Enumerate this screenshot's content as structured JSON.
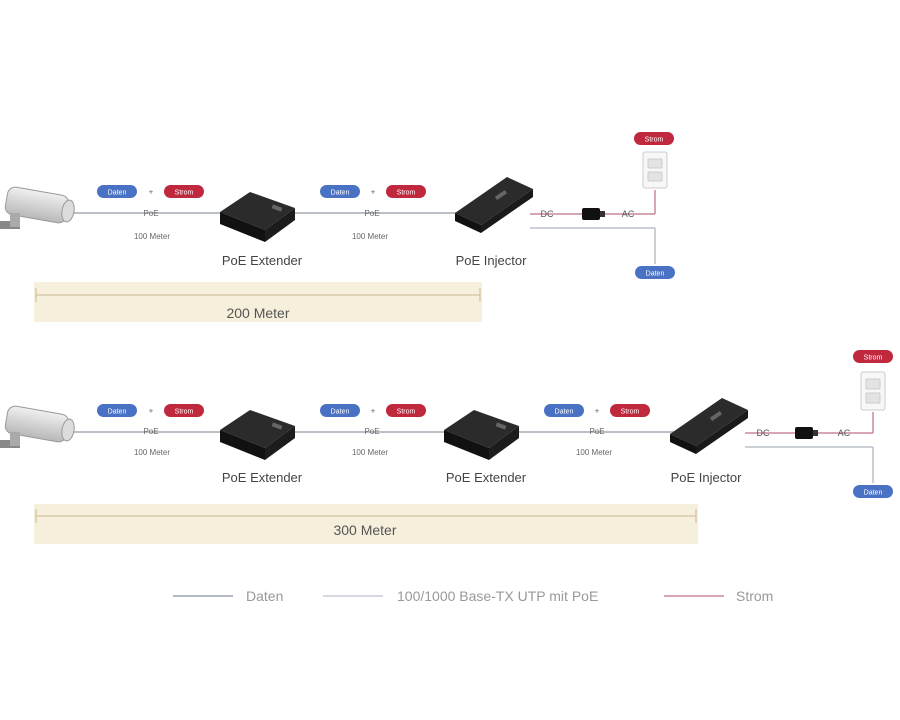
{
  "colors": {
    "data_blue": "#4a72c4",
    "power_red": "#c0283e",
    "cable_gray": "#b9c0c8",
    "power_line": "#c98a98",
    "distance_bar": "#f6efdc"
  },
  "pills": {
    "data": "Daten",
    "power": "Strom"
  },
  "row1": {
    "pill_daten_1": "Daten",
    "pill_strom_1": "Strom",
    "pill_daten_2": "Daten",
    "pill_strom_2": "Strom",
    "poe_1": "PoE",
    "poe_2": "PoE",
    "meter_1": "100 Meter",
    "meter_2": "100 Meter",
    "extender_label": "PoE Extender",
    "injector_label": "PoE Injector",
    "dc": "DC",
    "ac": "AC",
    "outlet_strom": "Strom",
    "outlet_daten": "Daten",
    "distance": "200 Meter",
    "icons": [
      "camera-icon",
      "extender-icon",
      "injector-icon",
      "power-adapter-icon",
      "wall-outlet-icon"
    ]
  },
  "row2": {
    "pill_daten_1": "Daten",
    "pill_strom_1": "Strom",
    "pill_daten_2": "Daten",
    "pill_strom_2": "Strom",
    "pill_daten_3": "Daten",
    "pill_strom_3": "Strom",
    "poe_1": "PoE",
    "poe_2": "PoE",
    "poe_3": "PoE",
    "meter_1": "100 Meter",
    "meter_2": "100 Meter",
    "meter_3": "100 Meter",
    "extender_label_1": "PoE Extender",
    "extender_label_2": "PoE Extender",
    "injector_label": "PoE Injector",
    "dc": "DC",
    "ac": "AC",
    "outlet_strom": "Strom",
    "outlet_daten": "Daten",
    "distance": "300 Meter",
    "icons": [
      "camera-icon",
      "extender-icon",
      "extender-icon",
      "injector-icon",
      "power-adapter-icon",
      "wall-outlet-icon"
    ]
  },
  "legend": {
    "data": "Daten",
    "poe": "100/1000 Base-TX UTP mit PoE",
    "power": "Strom"
  }
}
